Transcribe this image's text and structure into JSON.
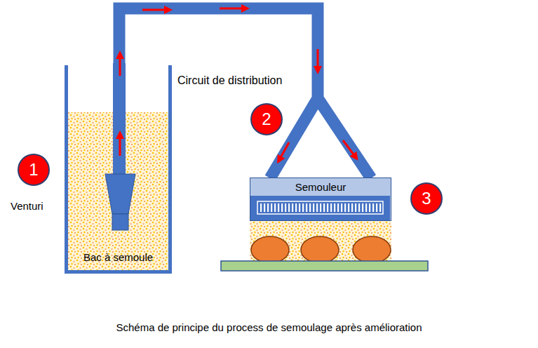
{
  "diagram": {
    "caption": "Schéma de principe du process de semoulage après amélioration",
    "nodes": [
      {
        "text": [
          "Bac à semoule"
        ]
      },
      {
        "text": [
          "Semouleur"
        ]
      }
    ],
    "edges": [
      {
        "from": 0,
        "to": 1,
        "arrow": "to"
      }
    ],
    "labels": [
      "1",
      "Venturi",
      "Circuit de distribution",
      "2",
      "3"
    ]
  }
}
